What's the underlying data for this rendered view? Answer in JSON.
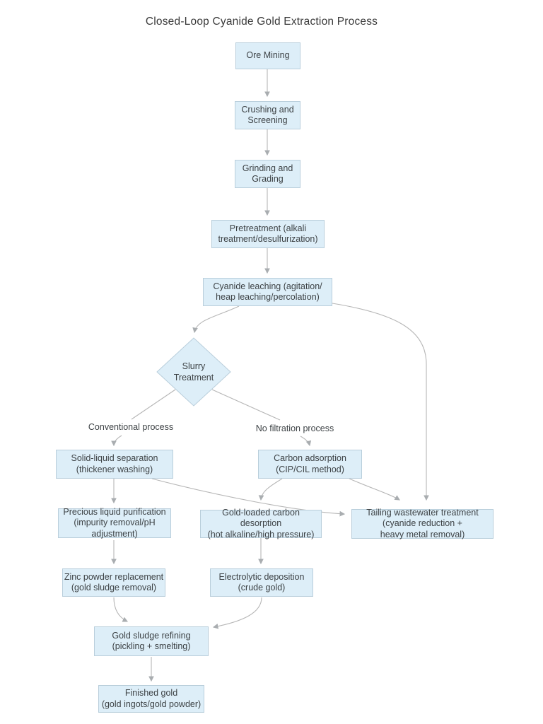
{
  "title": "Closed-Loop Cyanide Gold Extraction Process",
  "diagram": {
    "type": "flowchart",
    "nodes": {
      "ore_mining": {
        "label": "Ore Mining",
        "shape": "rect"
      },
      "crushing": {
        "label": "Crushing and\nScreening",
        "shape": "rect"
      },
      "grinding": {
        "label": "Grinding and\nGrading",
        "shape": "rect"
      },
      "pretreatment": {
        "label": "Pretreatment (alkali\ntreatment/desulfurization)",
        "shape": "rect"
      },
      "cyanide_leaching": {
        "label": "Cyanide leaching (agitation/\nheap leaching/percolation)",
        "shape": "rect"
      },
      "slurry_treatment": {
        "label": "Slurry\nTreatment",
        "shape": "diamond"
      },
      "solid_liquid_separation": {
        "label": "Solid-liquid separation\n(thickener washing)",
        "shape": "rect"
      },
      "carbon_adsorption": {
        "label": "Carbon adsorption\n(CIP/CIL method)",
        "shape": "rect"
      },
      "precious_liquid_purification": {
        "label": "Precious liquid purification\n(impurity removal/pH\nadjustment)",
        "shape": "rect"
      },
      "gold_loaded_carbon_desorption": {
        "label": "Gold-loaded carbon desorption\n(hot alkaline/high pressure)",
        "shape": "rect"
      },
      "tailing_wastewater_treatment": {
        "label": "Tailing wastewater treatment\n(cyanide reduction +\nheavy metal removal)",
        "shape": "rect"
      },
      "zinc_powder_replacement": {
        "label": "Zinc powder replacement\n(gold sludge removal)",
        "shape": "rect"
      },
      "electrolytic_deposition": {
        "label": "Electrolytic deposition\n(crude gold)",
        "shape": "rect"
      },
      "gold_sludge_refining": {
        "label": "Gold sludge refining\n(pickling + smelting)",
        "shape": "rect"
      },
      "finished_gold": {
        "label": "Finished gold\n(gold ingots/gold powder)",
        "shape": "rect"
      }
    },
    "branch_labels": {
      "conventional": "Conventional process",
      "no_filtration": "No filtration process"
    },
    "edges": [
      {
        "from": "ore_mining",
        "to": "crushing"
      },
      {
        "from": "crushing",
        "to": "grinding"
      },
      {
        "from": "grinding",
        "to": "pretreatment"
      },
      {
        "from": "pretreatment",
        "to": "cyanide_leaching"
      },
      {
        "from": "cyanide_leaching",
        "to": "slurry_treatment"
      },
      {
        "from": "cyanide_leaching",
        "to": "tailing_wastewater_treatment"
      },
      {
        "from": "slurry_treatment",
        "to": "solid_liquid_separation",
        "label": "Conventional process"
      },
      {
        "from": "slurry_treatment",
        "to": "carbon_adsorption",
        "label": "No filtration process"
      },
      {
        "from": "solid_liquid_separation",
        "to": "precious_liquid_purification"
      },
      {
        "from": "solid_liquid_separation",
        "to": "tailing_wastewater_treatment"
      },
      {
        "from": "carbon_adsorption",
        "to": "gold_loaded_carbon_desorption"
      },
      {
        "from": "carbon_adsorption",
        "to": "tailing_wastewater_treatment"
      },
      {
        "from": "precious_liquid_purification",
        "to": "zinc_powder_replacement"
      },
      {
        "from": "gold_loaded_carbon_desorption",
        "to": "electrolytic_deposition"
      },
      {
        "from": "zinc_powder_replacement",
        "to": "gold_sludge_refining"
      },
      {
        "from": "electrolytic_deposition",
        "to": "gold_sludge_refining"
      },
      {
        "from": "gold_sludge_refining",
        "to": "finished_gold"
      }
    ],
    "colors": {
      "node_fill": "#ddeef8",
      "node_border": "#b9cedb",
      "connector": "#b6b6b6",
      "arrow": "#a9adb0",
      "text": "#3d4245"
    }
  }
}
